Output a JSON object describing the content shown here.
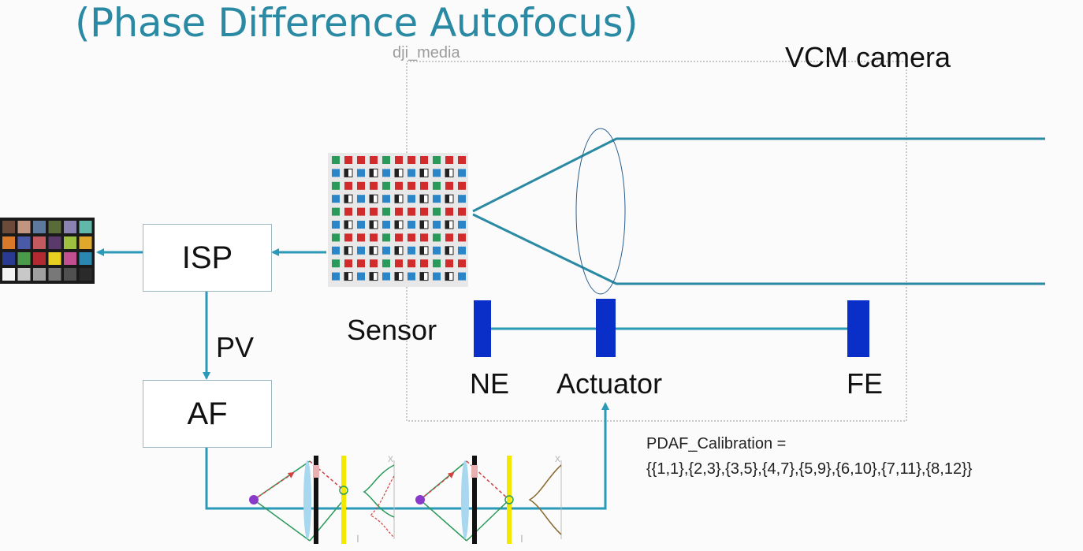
{
  "title": "(Phase Difference Autofocus)",
  "watermark": "dji_media",
  "camera": {
    "label": "VCM camera"
  },
  "blocks": {
    "isp": "ISP",
    "af": "AF"
  },
  "signals": {
    "pv": "PV"
  },
  "sensor": {
    "label": "Sensor"
  },
  "actuator": {
    "ne": "NE",
    "label": "Actuator",
    "fe": "FE"
  },
  "calibration": {
    "label": "PDAF_Calibration =",
    "values": "{{1,1},{2,3},{3,5},{4,7},{5,9},{6,10},{7,11},{8,12}}"
  },
  "colors": {
    "title": "#2a8aa3",
    "line": "#2a9ab8",
    "actuator": "#0a2fc8",
    "pd_red": "#d22b2b",
    "pd_green": "#2a9a5a",
    "pd_blue": "#2a86c8"
  }
}
